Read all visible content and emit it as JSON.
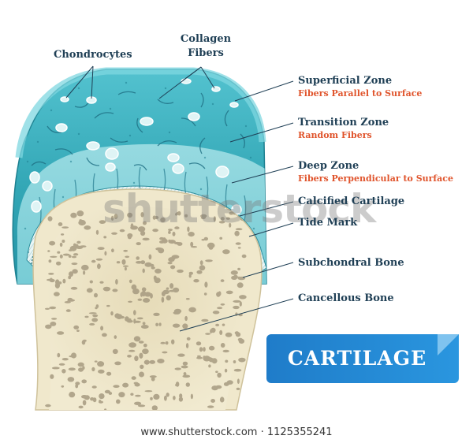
{
  "labels": {
    "chondrocytes": "Chondrocytes",
    "collagen_line1": "Collagen",
    "collagen_line2": "Fibers",
    "superficial_zone": "Superficial Zone",
    "superficial_sub": "Fibers Parallel to Surface",
    "transition_zone": "Transition Zone",
    "transition_sub": "Random Fibers",
    "deep_zone": "Deep Zone",
    "deep_sub": "Fibers Perpendicular to Surface",
    "calcified_cartilage": "Calcified Cartilage",
    "tide_mark": "Tide Mark",
    "subchondral_bone": "Subchondral Bone",
    "cancellous_bone": "Cancellous Bone"
  },
  "badge": {
    "text": "CARTILAGE"
  },
  "watermark": "shutterstock",
  "credit": "www.shutterstock.com · 1125355241",
  "colors": {
    "label": "#1f3f55",
    "sublabel": "#e0542c",
    "cartilage_dark": "#2a9dae",
    "cartilage_light": "#6fcbd6",
    "bone": "#ece3c4",
    "bone_pores": "#a69a80",
    "badge": "#2a8fd8"
  }
}
